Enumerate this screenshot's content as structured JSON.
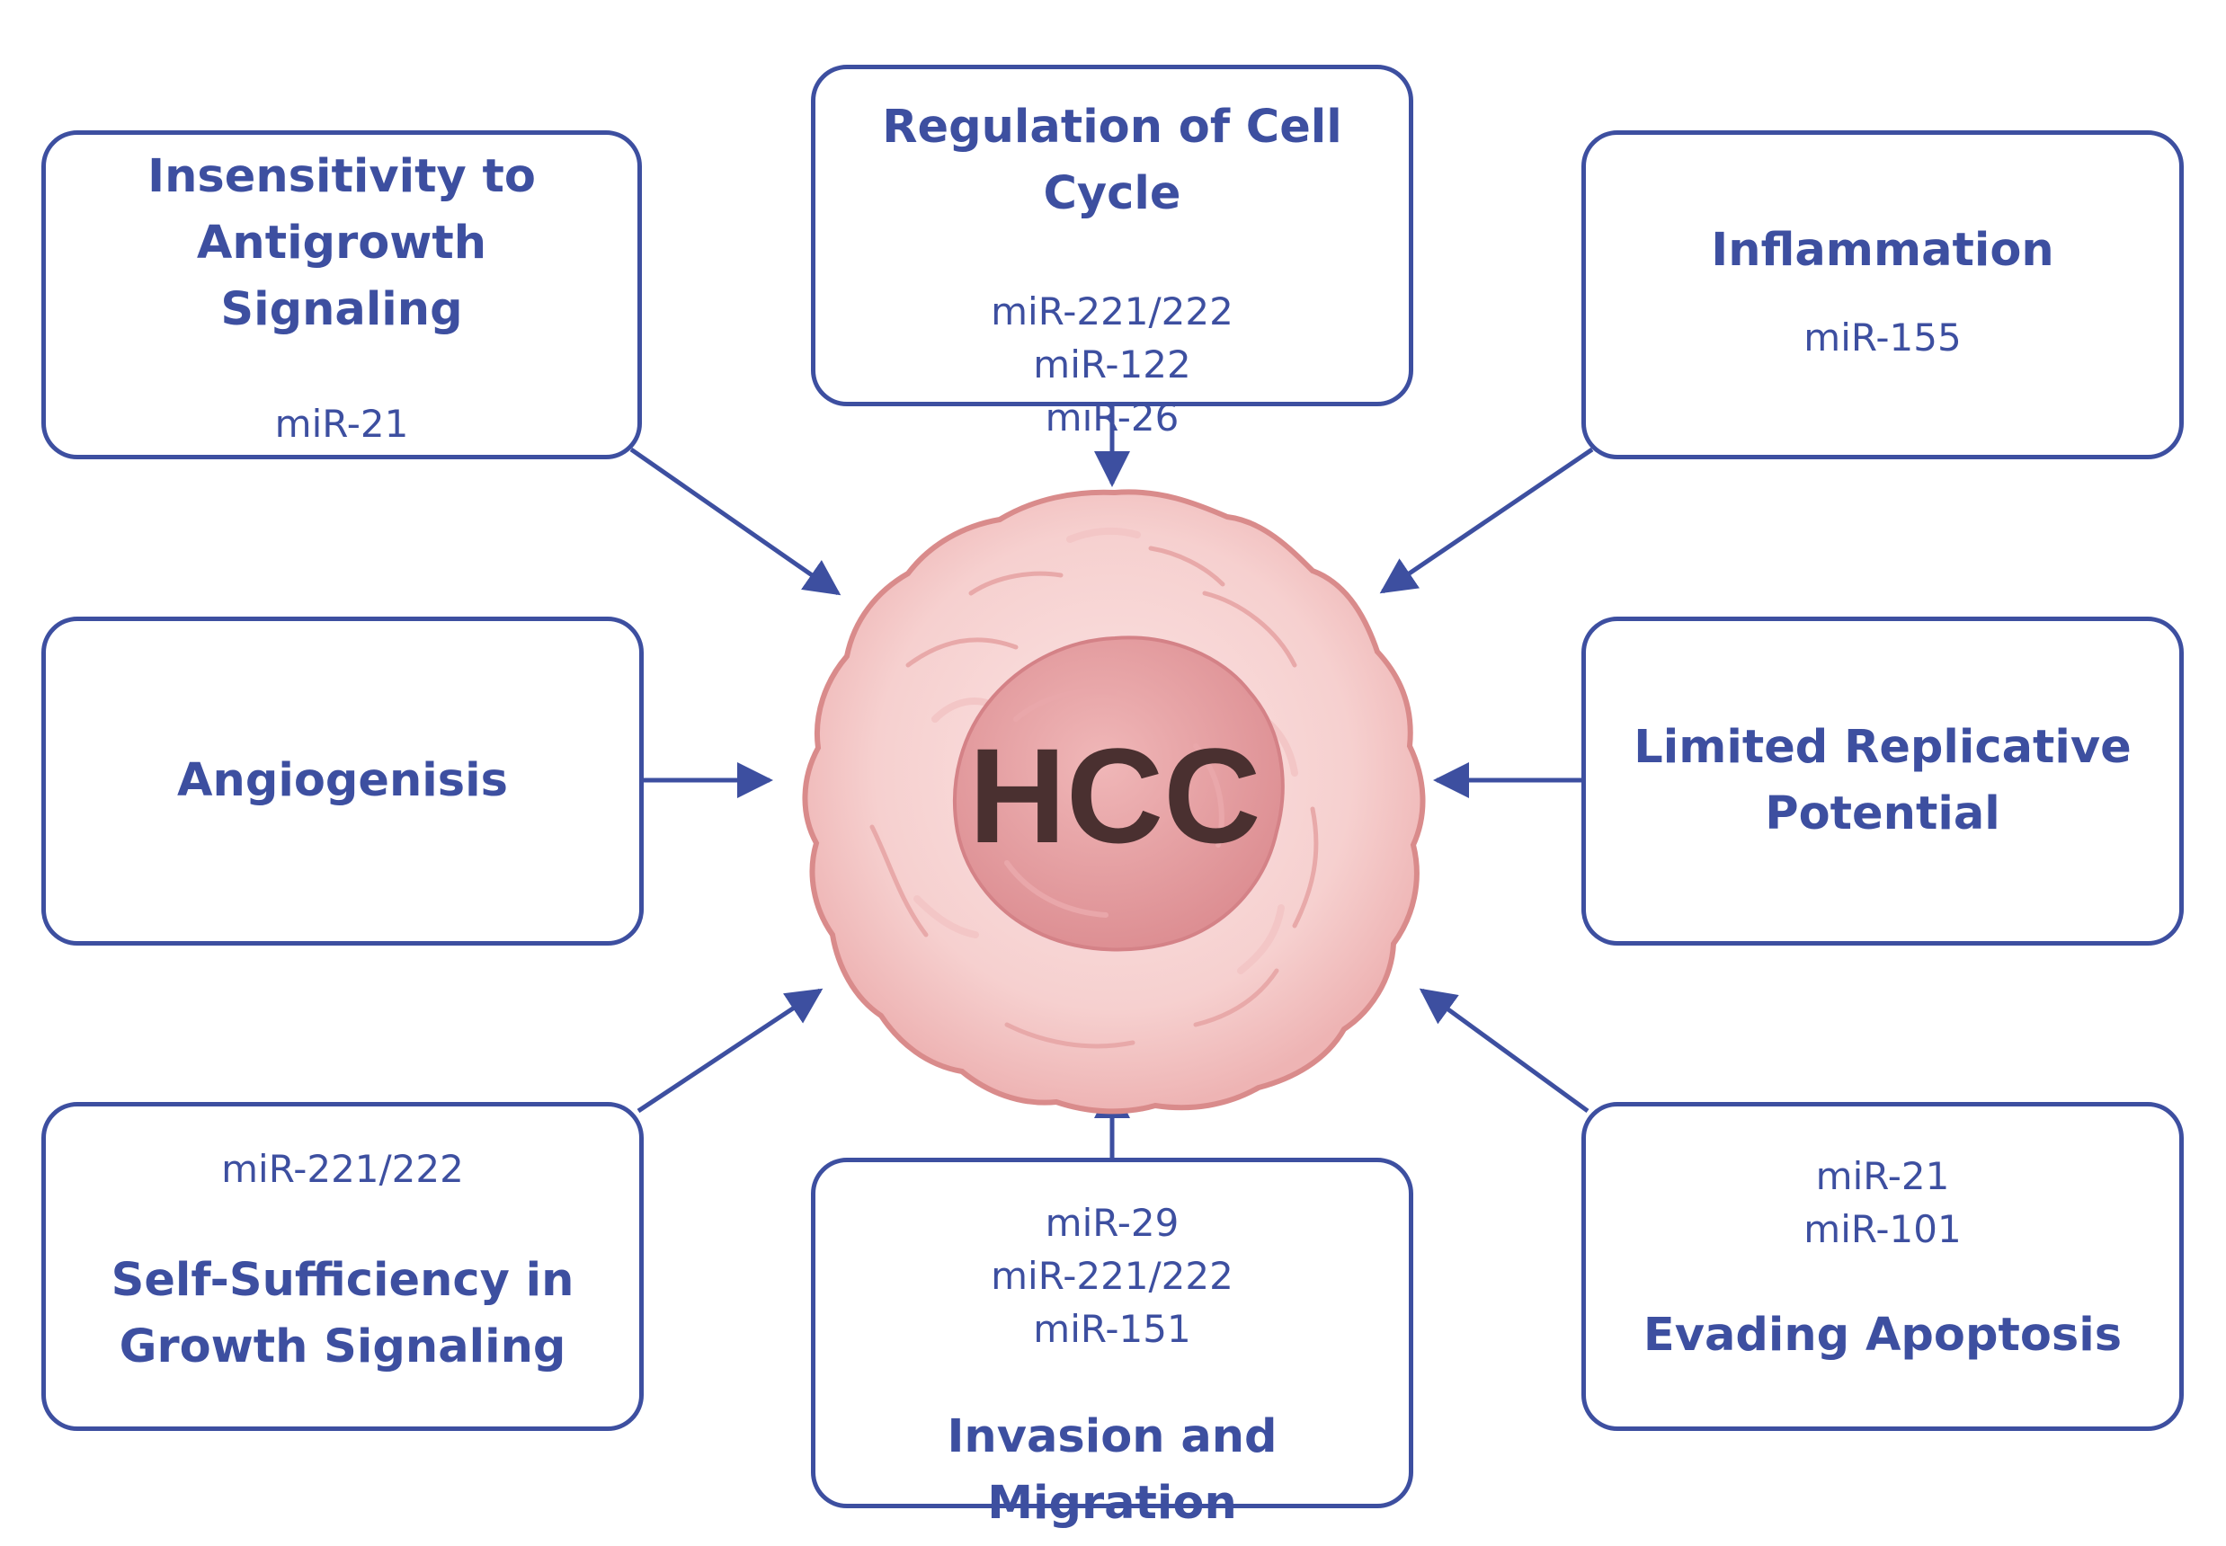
{
  "colors": {
    "box_border": "#3d4fa0",
    "text": "#3d4fa0",
    "arrow": "#3d4fa0",
    "cell_outer": "#f2c3c3",
    "cell_outline": "#d98b8b",
    "nucleus": "#e8a3a6",
    "cell_label": "#4a3030"
  },
  "center": {
    "label": "HCC",
    "icon": "tumor-cell-icon"
  },
  "boxes": {
    "insensitivity": {
      "title_line1": "Insensitivity to",
      "title_line2": "Antigrowth Signaling",
      "mirs": [
        "miR-21"
      ]
    },
    "cell_cycle": {
      "title": "Regulation of Cell Cycle",
      "mirs": [
        "miR-221/222",
        "miR-122",
        "miR-26"
      ]
    },
    "inflammation": {
      "title": "Inflammation",
      "mirs": [
        "miR-155"
      ]
    },
    "angiogenesis": {
      "title": "Angiogenisis"
    },
    "limited_replicative": {
      "title_line1": "Limited Replicative",
      "title_line2": "Potential"
    },
    "self_sufficiency": {
      "title_line1": "Self-Sufficiency in",
      "title_line2": "Growth Signaling",
      "mirs": [
        "miR-221/222"
      ]
    },
    "invasion": {
      "title": "Invasion and Migration",
      "mirs": [
        "miR-29",
        "miR-221/222",
        "miR-151"
      ]
    },
    "apoptosis": {
      "title": "Evading Apoptosis",
      "mirs": [
        "miR-21",
        "miR-101"
      ]
    }
  }
}
